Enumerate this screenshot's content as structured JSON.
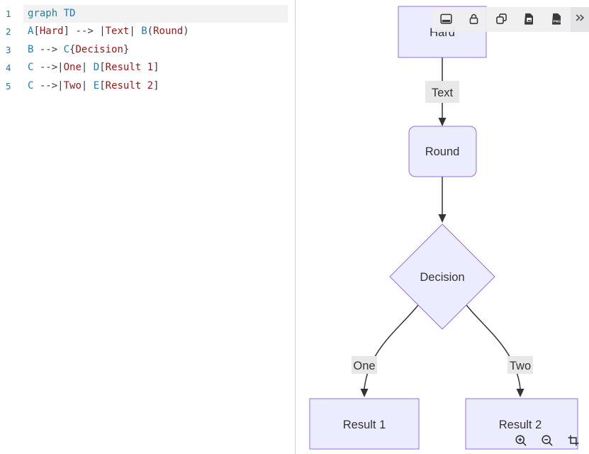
{
  "editor": {
    "lines": [
      {
        "number": "1",
        "active": true,
        "tokens": [
          {
            "text": "graph ",
            "type": "keyword"
          },
          {
            "text": "TD",
            "type": "entity"
          }
        ]
      },
      {
        "number": "2",
        "active": false,
        "tokens": [
          {
            "text": "A",
            "type": "entity"
          },
          {
            "text": "[",
            "type": "punct"
          },
          {
            "text": "Hard",
            "type": "string"
          },
          {
            "text": "]",
            "type": "punct"
          },
          {
            "text": " --> ",
            "type": "op"
          },
          {
            "text": "|",
            "type": "punct"
          },
          {
            "text": "Text",
            "type": "string"
          },
          {
            "text": "|",
            "type": "punct"
          },
          {
            "text": " ",
            "type": "op"
          },
          {
            "text": "B",
            "type": "entity"
          },
          {
            "text": "(",
            "type": "punct"
          },
          {
            "text": "Round",
            "type": "string"
          },
          {
            "text": ")",
            "type": "punct"
          }
        ]
      },
      {
        "number": "3",
        "active": false,
        "tokens": [
          {
            "text": "B",
            "type": "entity"
          },
          {
            "text": " --> ",
            "type": "op"
          },
          {
            "text": "C",
            "type": "entity"
          },
          {
            "text": "{",
            "type": "punct"
          },
          {
            "text": "Decision",
            "type": "string"
          },
          {
            "text": "}",
            "type": "punct"
          }
        ]
      },
      {
        "number": "4",
        "active": false,
        "tokens": [
          {
            "text": "C",
            "type": "entity"
          },
          {
            "text": " -->",
            "type": "op"
          },
          {
            "text": "|",
            "type": "punct"
          },
          {
            "text": "One",
            "type": "string"
          },
          {
            "text": "|",
            "type": "punct"
          },
          {
            "text": " ",
            "type": "op"
          },
          {
            "text": "D",
            "type": "entity"
          },
          {
            "text": "[",
            "type": "punct"
          },
          {
            "text": "Result 1",
            "type": "string"
          },
          {
            "text": "]",
            "type": "punct"
          }
        ]
      },
      {
        "number": "5",
        "active": false,
        "tokens": [
          {
            "text": "C",
            "type": "entity"
          },
          {
            "text": " -->",
            "type": "op"
          },
          {
            "text": "|",
            "type": "punct"
          },
          {
            "text": "Two",
            "type": "string"
          },
          {
            "text": "|",
            "type": "punct"
          },
          {
            "text": " ",
            "type": "op"
          },
          {
            "text": "E",
            "type": "entity"
          },
          {
            "text": "[",
            "type": "punct"
          },
          {
            "text": "Result 2",
            "type": "string"
          },
          {
            "text": "]",
            "type": "punct"
          }
        ]
      }
    ]
  },
  "diagram": {
    "nodes": {
      "hard": "Hard",
      "round": "Round",
      "decision": "Decision",
      "result1": "Result 1",
      "result2": "Result 2"
    },
    "edge_labels": {
      "text": "Text",
      "one": "One",
      "two": "Two"
    },
    "colors": {
      "node_fill": "#ECECFF",
      "node_border": "#9370DB",
      "edge": "#333333",
      "edge_label_bg": "#e8e8e8",
      "text": "#333333"
    }
  },
  "toolbar": {
    "icons": [
      "panel-bottom-icon",
      "lock-icon",
      "copy-icon",
      "image-file-icon",
      "png-file-icon"
    ],
    "overflow_icon": "chevron-double-right-icon",
    "png_badge": "PNG"
  },
  "zoom_controls": {
    "icons": [
      "zoom-in-icon",
      "zoom-out-icon",
      "crop-icon"
    ]
  }
}
